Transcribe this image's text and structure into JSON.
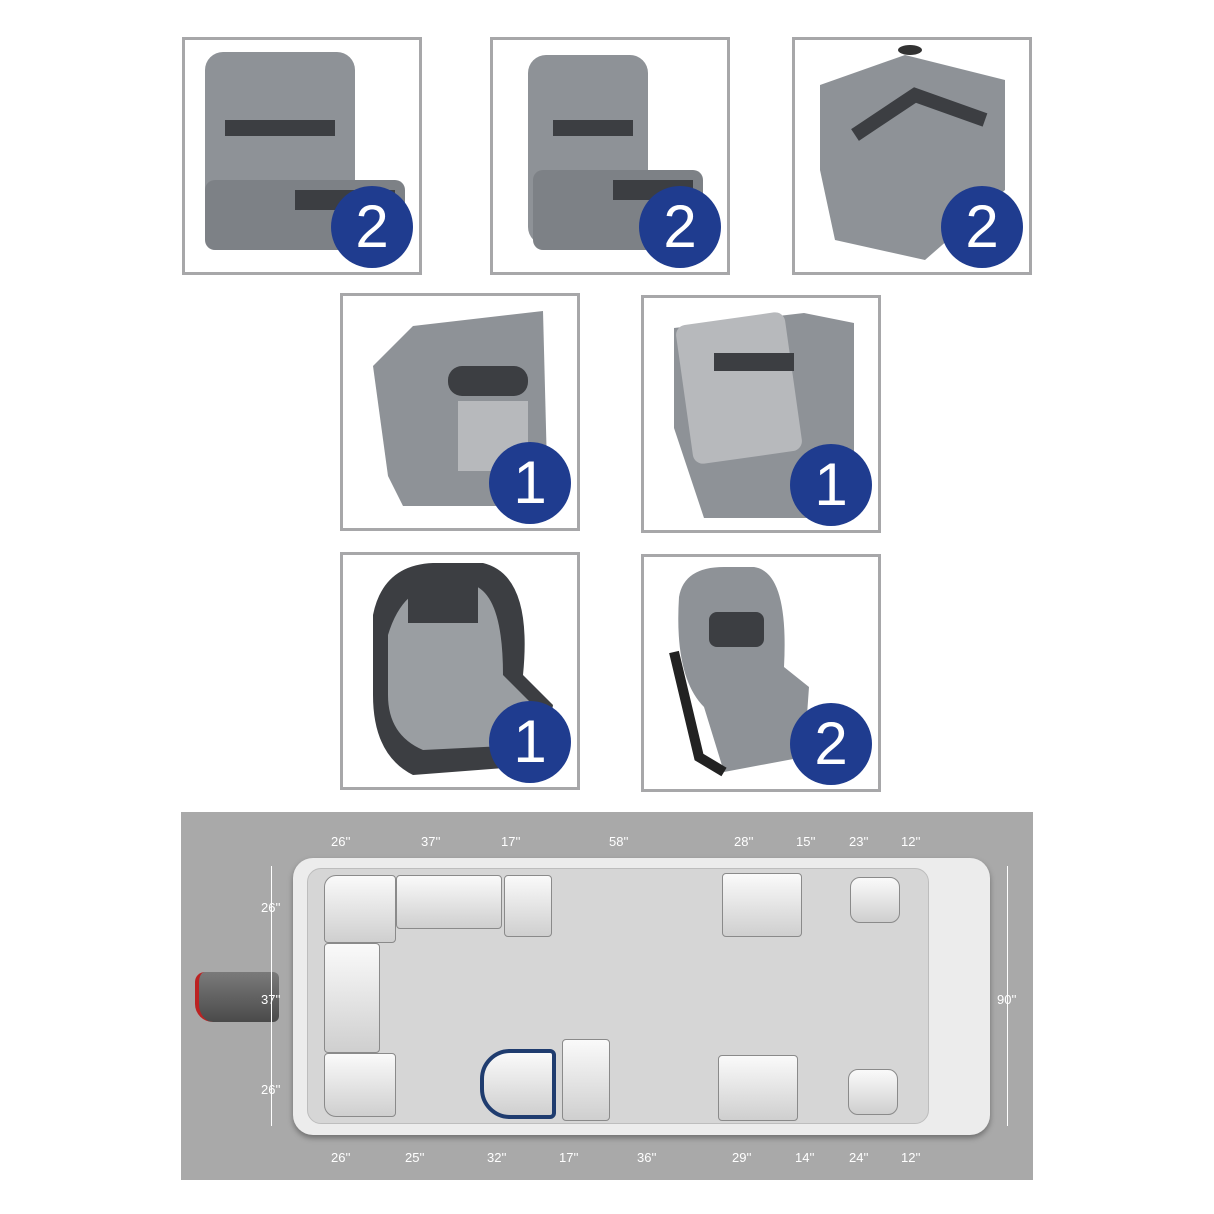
{
  "colors": {
    "badge": "#1f3c8f",
    "seat_light": "#8e9297",
    "seat_dark": "#3c3e42",
    "panel": "#a9a9a9"
  },
  "products": [
    {
      "name": "bench-seat",
      "quantity": "2"
    },
    {
      "name": "small-bench-seat",
      "quantity": "2"
    },
    {
      "name": "corner-seat",
      "quantity": "2"
    },
    {
      "name": "console",
      "quantity": "1"
    },
    {
      "name": "lounge-seat",
      "quantity": "1"
    },
    {
      "name": "captain-chair",
      "quantity": "1"
    },
    {
      "name": "fold-down-seat",
      "quantity": "2"
    }
  ],
  "diagram": {
    "top_dims": [
      "26''",
      "37''",
      "17''",
      "58''",
      "28''",
      "15''",
      "23''",
      "12''"
    ],
    "bottom_dims": [
      "26''",
      "25''",
      "32''",
      "17''",
      "36''",
      "29''",
      "14''",
      "24''",
      "12''"
    ],
    "left_dims": [
      "26''",
      "37''",
      "26''"
    ],
    "right_dim": "90''"
  }
}
